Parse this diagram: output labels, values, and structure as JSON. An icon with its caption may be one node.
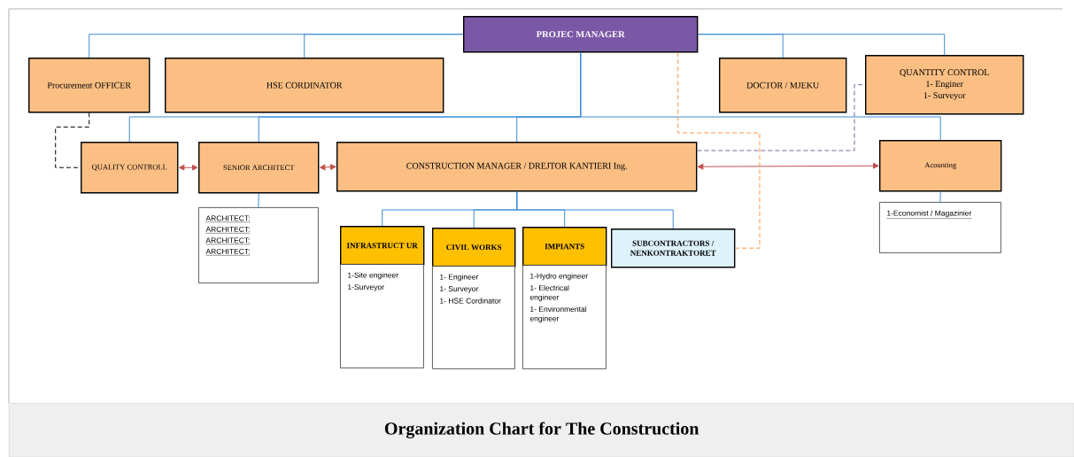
{
  "diagram": {
    "caption": "Organization Chart for The Construction",
    "nodes": [
      {
        "text": [
          "PROJEC MANAGER"
        ]
      },
      {
        "text": [
          "Procurement OFFICER"
        ]
      },
      {
        "text": [
          "HSE  CORDINATOR"
        ]
      },
      {
        "text": [
          "DOCTOR / MJEKU"
        ]
      },
      {
        "text": [
          "QUANTITY CONTROL",
          "1- Enginer",
          "1- Surveyor"
        ]
      },
      {
        "text": [
          "QUALITY CONTROLL"
        ]
      },
      {
        "text": [
          "SENIOR ARCHITECT"
        ]
      },
      {
        "text": [
          "CONSTRUCTION MANAGER  / DREJTOR KANTIERI Ing."
        ]
      },
      {
        "text": [
          "Acounting"
        ]
      },
      {
        "text": [
          "ARCHITECT:",
          "ARCHITECT:",
          "ARCHITECT:",
          "ARCHITECT:"
        ]
      },
      {
        "text": [
          "INFRASTRUCT UR"
        ]
      },
      {
        "text": [
          "1-Site engineer",
          "1-Surveyor"
        ]
      },
      {
        "text": [
          "CIVIL WORKS"
        ]
      },
      {
        "text": [
          "1- Engineer",
          "1- Surveyor",
          "1- HSE Cordinator"
        ]
      },
      {
        "text": [
          "IMPIANTS"
        ]
      },
      {
        "text": [
          "1-Hydro engineer",
          "1- Electrical engineer",
          "1- Environmental engineer"
        ]
      },
      {
        "text": [
          "SUBCONTRACTORS / NENKONTRAKTORET"
        ]
      },
      {
        "text": [
          "1-Economist / Magazinier"
        ]
      }
    ],
    "edges": [
      {
        "from": 0,
        "to": 1,
        "arrow": "none"
      },
      {
        "from": 0,
        "to": 2,
        "arrow": "none"
      },
      {
        "from": 0,
        "to": 3,
        "arrow": "none"
      },
      {
        "from": 0,
        "to": 4,
        "arrow": "none"
      },
      {
        "from": 0,
        "to": 5,
        "arrow": "none"
      },
      {
        "from": 0,
        "to": 6,
        "arrow": "none"
      },
      {
        "from": 0,
        "to": 7,
        "arrow": "none"
      },
      {
        "from": 0,
        "to": 8,
        "arrow": "none"
      },
      {
        "from": 6,
        "to": 9,
        "arrow": "none"
      },
      {
        "from": 7,
        "to": 10,
        "arrow": "none"
      },
      {
        "from": 7,
        "to": 12,
        "arrow": "none"
      },
      {
        "from": 7,
        "to": 14,
        "arrow": "none"
      },
      {
        "from": 7,
        "to": 16,
        "arrow": "none"
      },
      {
        "from": 8,
        "to": 17,
        "arrow": "none"
      },
      {
        "from": 1,
        "to": 5,
        "arrow": "none",
        "style": "dashed",
        "color": "#000000"
      },
      {
        "from": 5,
        "to": 6,
        "arrow": "both",
        "color": "#c0504d"
      },
      {
        "from": 6,
        "to": 7,
        "arrow": "both",
        "color": "#c0504d"
      },
      {
        "from": 7,
        "to": 8,
        "arrow": "both",
        "color": "#c0504d"
      },
      {
        "from": 0,
        "to": 16,
        "arrow": "none",
        "style": "dashed",
        "color": "#f79646"
      },
      {
        "from": 7,
        "to": 4,
        "arrow": "none",
        "style": "dashed",
        "color": "#8064a2"
      }
    ]
  }
}
